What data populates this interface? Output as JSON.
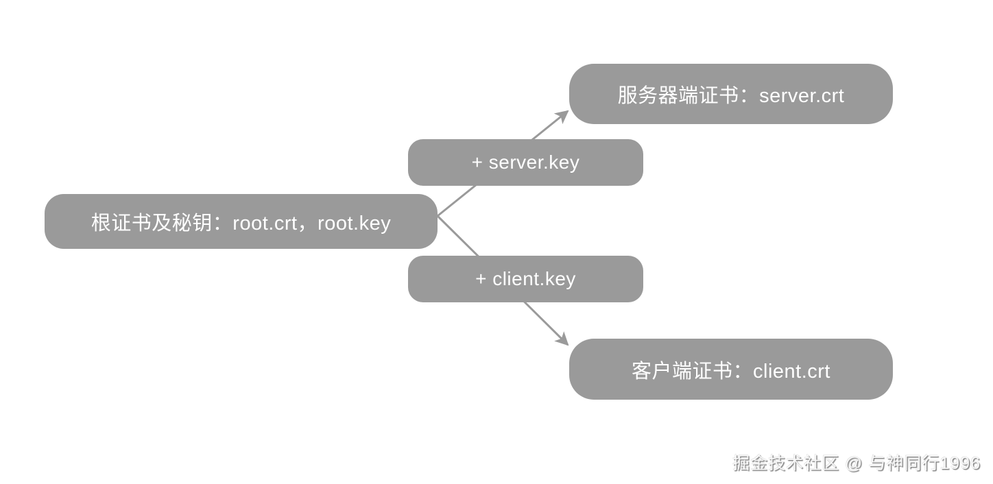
{
  "diagram": {
    "nodes": {
      "root_cert": {
        "label": "根证书及秘钥：root.crt，root.key"
      },
      "server_key": {
        "label": "+ server.key"
      },
      "client_key": {
        "label": "+ client.key"
      },
      "server_crt": {
        "label": "服务器端证书：server.crt"
      },
      "client_crt": {
        "label": "客户端证书：client.crt"
      }
    },
    "edges": [
      {
        "from": "root_cert",
        "via": "server_key",
        "to": "server_crt"
      },
      {
        "from": "root_cert",
        "via": "client_key",
        "to": "client_crt"
      }
    ],
    "colors": {
      "canvas_background": "#ffffff",
      "node_background": "#9a9a9a",
      "node_text": "#ffffff",
      "arrow": "#9a9a9a"
    }
  },
  "watermark": {
    "text": "掘金技术社区 @ 与神同行1996"
  }
}
